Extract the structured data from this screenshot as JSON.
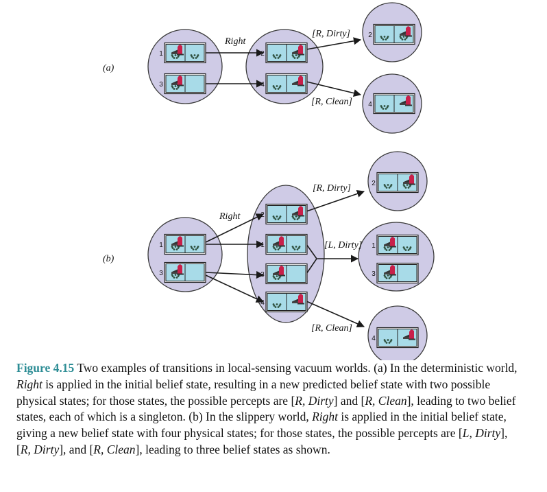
{
  "panels": {
    "a": {
      "label": "(a)",
      "action_label": "Right",
      "percept_dirty": "[R, Dirty]",
      "percept_clean": "[R, Clean]",
      "state_numbers": [
        "1",
        "3",
        "2",
        "4",
        "2",
        "4"
      ]
    },
    "b": {
      "label": "(b)",
      "action_label": "Right",
      "percept_dirty": "[R, Dirty]",
      "percept_left_dirty": "[L, Dirty]",
      "percept_clean": "[R, Clean]",
      "state_numbers": [
        "1",
        "3",
        "2",
        "1",
        "3",
        "4",
        "2",
        "1",
        "3",
        "4"
      ]
    }
  },
  "caption": {
    "figure_number": "Figure 4.15",
    "segments": [
      {
        "t": " Two examples of transitions in local-sensing vacuum worlds. (a) In the deterministic world, "
      },
      {
        "t": "Right",
        "i": true
      },
      {
        "t": " is applied in the initial belief state, resulting in a new predicted belief state with two possible physical states; for those states, the possible percepts are ["
      },
      {
        "t": "R, Dirty",
        "i": true
      },
      {
        "t": "] and ["
      },
      {
        "t": "R, Clean",
        "i": true
      },
      {
        "t": "], leading to two belief states, each of which is a singleton. (b) In the slippery world, "
      },
      {
        "t": "Right",
        "i": true
      },
      {
        "t": " is applied in the initial belief state, giving a new belief state with four physical states; for those states, the possible percepts are ["
      },
      {
        "t": "L, Dirty",
        "i": true
      },
      {
        "t": "], ["
      },
      {
        "t": "R, Dirty",
        "i": true
      },
      {
        "t": "], and ["
      },
      {
        "t": "R, Clean",
        "i": true
      },
      {
        "t": "], leading to three belief states as shown."
      }
    ]
  },
  "colors": {
    "belief_fill": "#cfcbe6",
    "belief_stroke": "#3a3a3a",
    "room_fill": "#a8dbe8",
    "vacuum": "#c8204a",
    "caption_accent": "#2d8d95"
  }
}
